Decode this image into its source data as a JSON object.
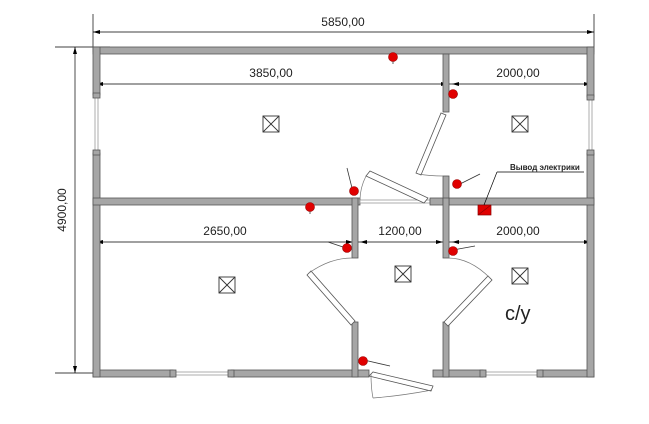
{
  "dimensions": {
    "overall_width": "5850,00",
    "overall_height": "4900,00",
    "top_left_room": "3850,00",
    "top_right_room": "2000,00",
    "bottom_left_room": "2650,00",
    "bottom_middle_room": "1200,00",
    "bottom_right_room": "2000,00"
  },
  "labels": {
    "electric_outlet": "Вывод электрики",
    "bathroom": "с/у"
  },
  "colors": {
    "wall": "#a6a6a6",
    "socket": "#e00000",
    "electric_panel": "#e00000"
  }
}
